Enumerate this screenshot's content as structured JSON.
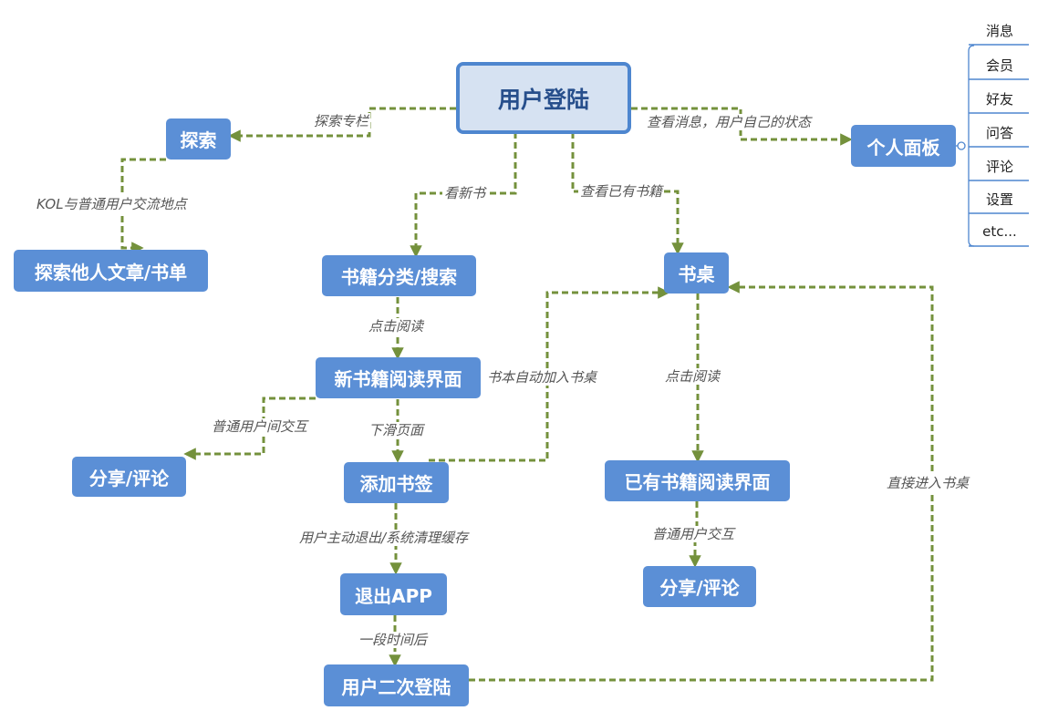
{
  "nodes": {
    "root": "用户登陆",
    "explore": "探索",
    "explore_others": "探索他人文章/书单",
    "category_search": "书籍分类/搜索",
    "desk": "书桌",
    "personal_panel": "个人面板",
    "new_book_reader": "新书籍阅读界面",
    "share_comment_left": "分享/评论",
    "add_bookmark": "添加书签",
    "exit_app": "退出APP",
    "second_login": "用户二次登陆",
    "existing_book_reader": "已有书籍阅读界面",
    "share_comment_right": "分享/评论"
  },
  "edge_labels": {
    "explore_column": "探索专栏",
    "kol": "KOL与普通用户交流地点",
    "see_new_books": "看新书",
    "see_existing_books": "查看已有书籍",
    "check_messages": "查看消息，用户自己的状态",
    "click_read_1": "点击阅读",
    "auto_add_to_desk": "书本自动加入书桌",
    "click_read_2": "点击阅读",
    "user_interaction_left": "普通用户间交互",
    "scroll_page": "下滑页面",
    "exit_or_clear": "用户主动退出/系统清理缓存",
    "after_a_while": "一段时间后",
    "user_interaction_right": "普通用户交互",
    "direct_to_desk": "直接进入书桌"
  },
  "panel_items": [
    "消息",
    "会员",
    "好友",
    "问答",
    "评论",
    "设置",
    "etc..."
  ],
  "colors": {
    "node_fill": "#5b8fd6",
    "root_fill": "#d6e2f2",
    "root_border": "#4e86cf",
    "root_text": "#274f8c",
    "edge": "#74913c",
    "panel_line": "#4e86cf"
  }
}
